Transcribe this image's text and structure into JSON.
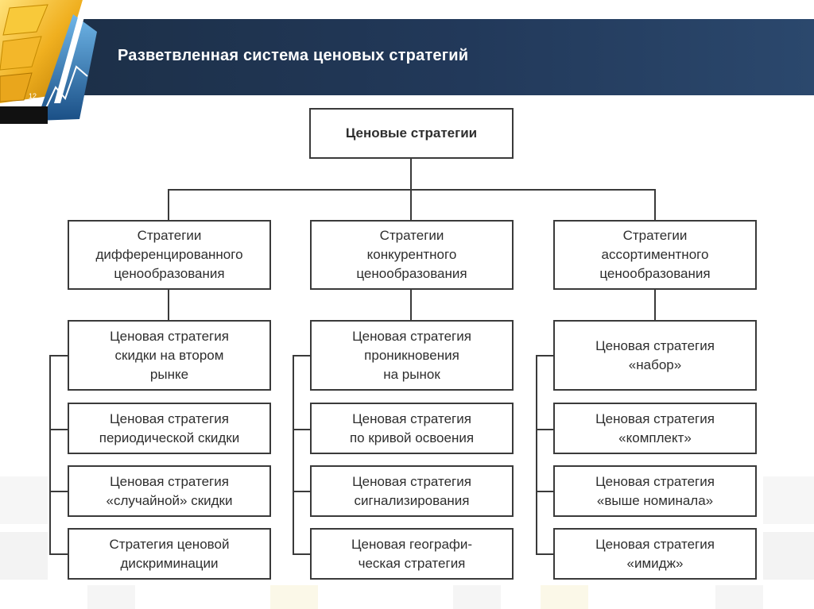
{
  "header": {
    "title": "Разветвленная система ценовых стратегий"
  },
  "logo": {
    "icon": "gold-bars-chart-icon",
    "label": "12"
  },
  "diagram": {
    "root": "Ценовые стратегии",
    "columns": [
      {
        "title": "Стратегии\nдифференцированного\nценообразования",
        "items": [
          "Ценовая стратегия\nскидки на втором\nрынке",
          "Ценовая стратегия\nпериодической скидки",
          "Ценовая стратегия\n«случайной» скидки",
          "Стратегия ценовой\nдискриминации"
        ]
      },
      {
        "title": "Стратегии\nконкурентного\nценообразования",
        "items": [
          "Ценовая стратегия\nпроникновения\nна рынок",
          "Ценовая стратегия\nпо кривой освоения",
          "Ценовая стратегия\nсигнализирования",
          "Ценовая географи-\nческая стратегия"
        ]
      },
      {
        "title": "Стратегии\nассортиментного\nценообразования",
        "items": [
          "Ценовая стратегия\n«набор»",
          "Ценовая стратегия\n«комплект»",
          "Ценовая стратегия\n«выше номинала»",
          "Ценовая стратегия\n«имидж»"
        ]
      }
    ]
  },
  "colors": {
    "header_bg": "#22395a",
    "header_text": "#ffffff",
    "box_border": "#3a3a3a",
    "box_text": "#2e2e2e"
  }
}
